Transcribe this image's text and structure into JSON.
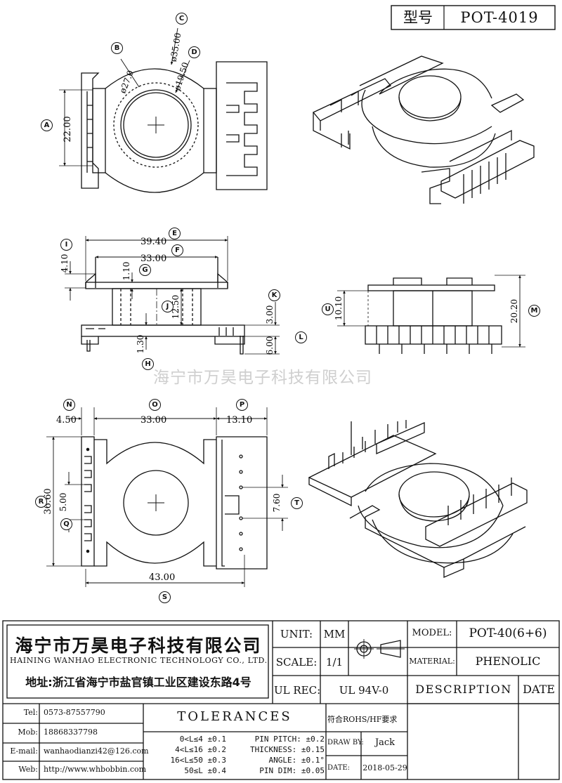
{
  "model_box": {
    "label": "型号",
    "value": "POT-4019"
  },
  "watermark": "海宁市万昊电子科技有限公司",
  "callouts": [
    "A",
    "B",
    "C",
    "D",
    "E",
    "F",
    "G",
    "H",
    "I",
    "J",
    "K",
    "L",
    "M",
    "N",
    "O",
    "P",
    "Q",
    "R",
    "S",
    "T",
    "U"
  ],
  "dimensions": {
    "top_view": {
      "a": "22.00",
      "b": "ø27.0",
      "c": "ø35.00",
      "d": "ø19.50"
    },
    "front_view": {
      "e": "39.40",
      "f": "33.00",
      "g": "1.10",
      "h": "1.30",
      "i": "4.10",
      "j": "12.50",
      "k": "3.00",
      "l": "6.00"
    },
    "side_view": {
      "u": "10.10",
      "m": "20.20"
    },
    "bottom_view": {
      "n": "4.50",
      "o": "33.00",
      "p": "13.10",
      "r": "36.60",
      "q": "5.00",
      "t": "7.60",
      "s": "43.00"
    }
  },
  "company": {
    "name_cn": "海宁市万昊电子科技有限公司",
    "name_en": "HAINING WANHAO ELECTRONIC TECHNOLOGY CO., LTD.",
    "address": "地址:浙江省海宁市盐官镇工业区建设东路4号"
  },
  "contacts": [
    {
      "label": "Tel:",
      "value": "0573-87557790"
    },
    {
      "label": "Mob:",
      "value": "18868337798"
    },
    {
      "label": "E-mail:",
      "value": "wanhaodianzi42@126.com"
    },
    {
      "label": "Web:",
      "value": "http://www.whbobbin.com"
    }
  ],
  "unit": {
    "label": "UNIT:",
    "value": "MM"
  },
  "scale": {
    "label": "SCALE:",
    "value": "1/1"
  },
  "ul_rec": {
    "label": "UL REC:",
    "value": "UL 94V-0"
  },
  "model": {
    "label": "MODEL:",
    "value": "POT-40(6+6)"
  },
  "material": {
    "label": "MATERIAL:",
    "value": "PHENOLIC"
  },
  "description_header": "DESCRIPTION",
  "date_header": "DATE",
  "tolerances_title": "TOLERANCES",
  "rohs_note": "符合ROHS/HF要求",
  "tolerance_rows": [
    "0<L≤4 ±0.1",
    "4<L≤16 ±0.2",
    "16<L≤50 ±0.3",
    "50≤L ±0.4"
  ],
  "pin_tolerances": [
    "PIN PITCH: ±0.2",
    "THICKNESS: ±0.15",
    "ANGLE: ±0.1°",
    "PIN DIM: ±0.05"
  ],
  "drawn_by": {
    "label": "DRAW BY:",
    "value": "Jack"
  },
  "date": {
    "label": "DATE:",
    "value": "2018-05-29"
  }
}
